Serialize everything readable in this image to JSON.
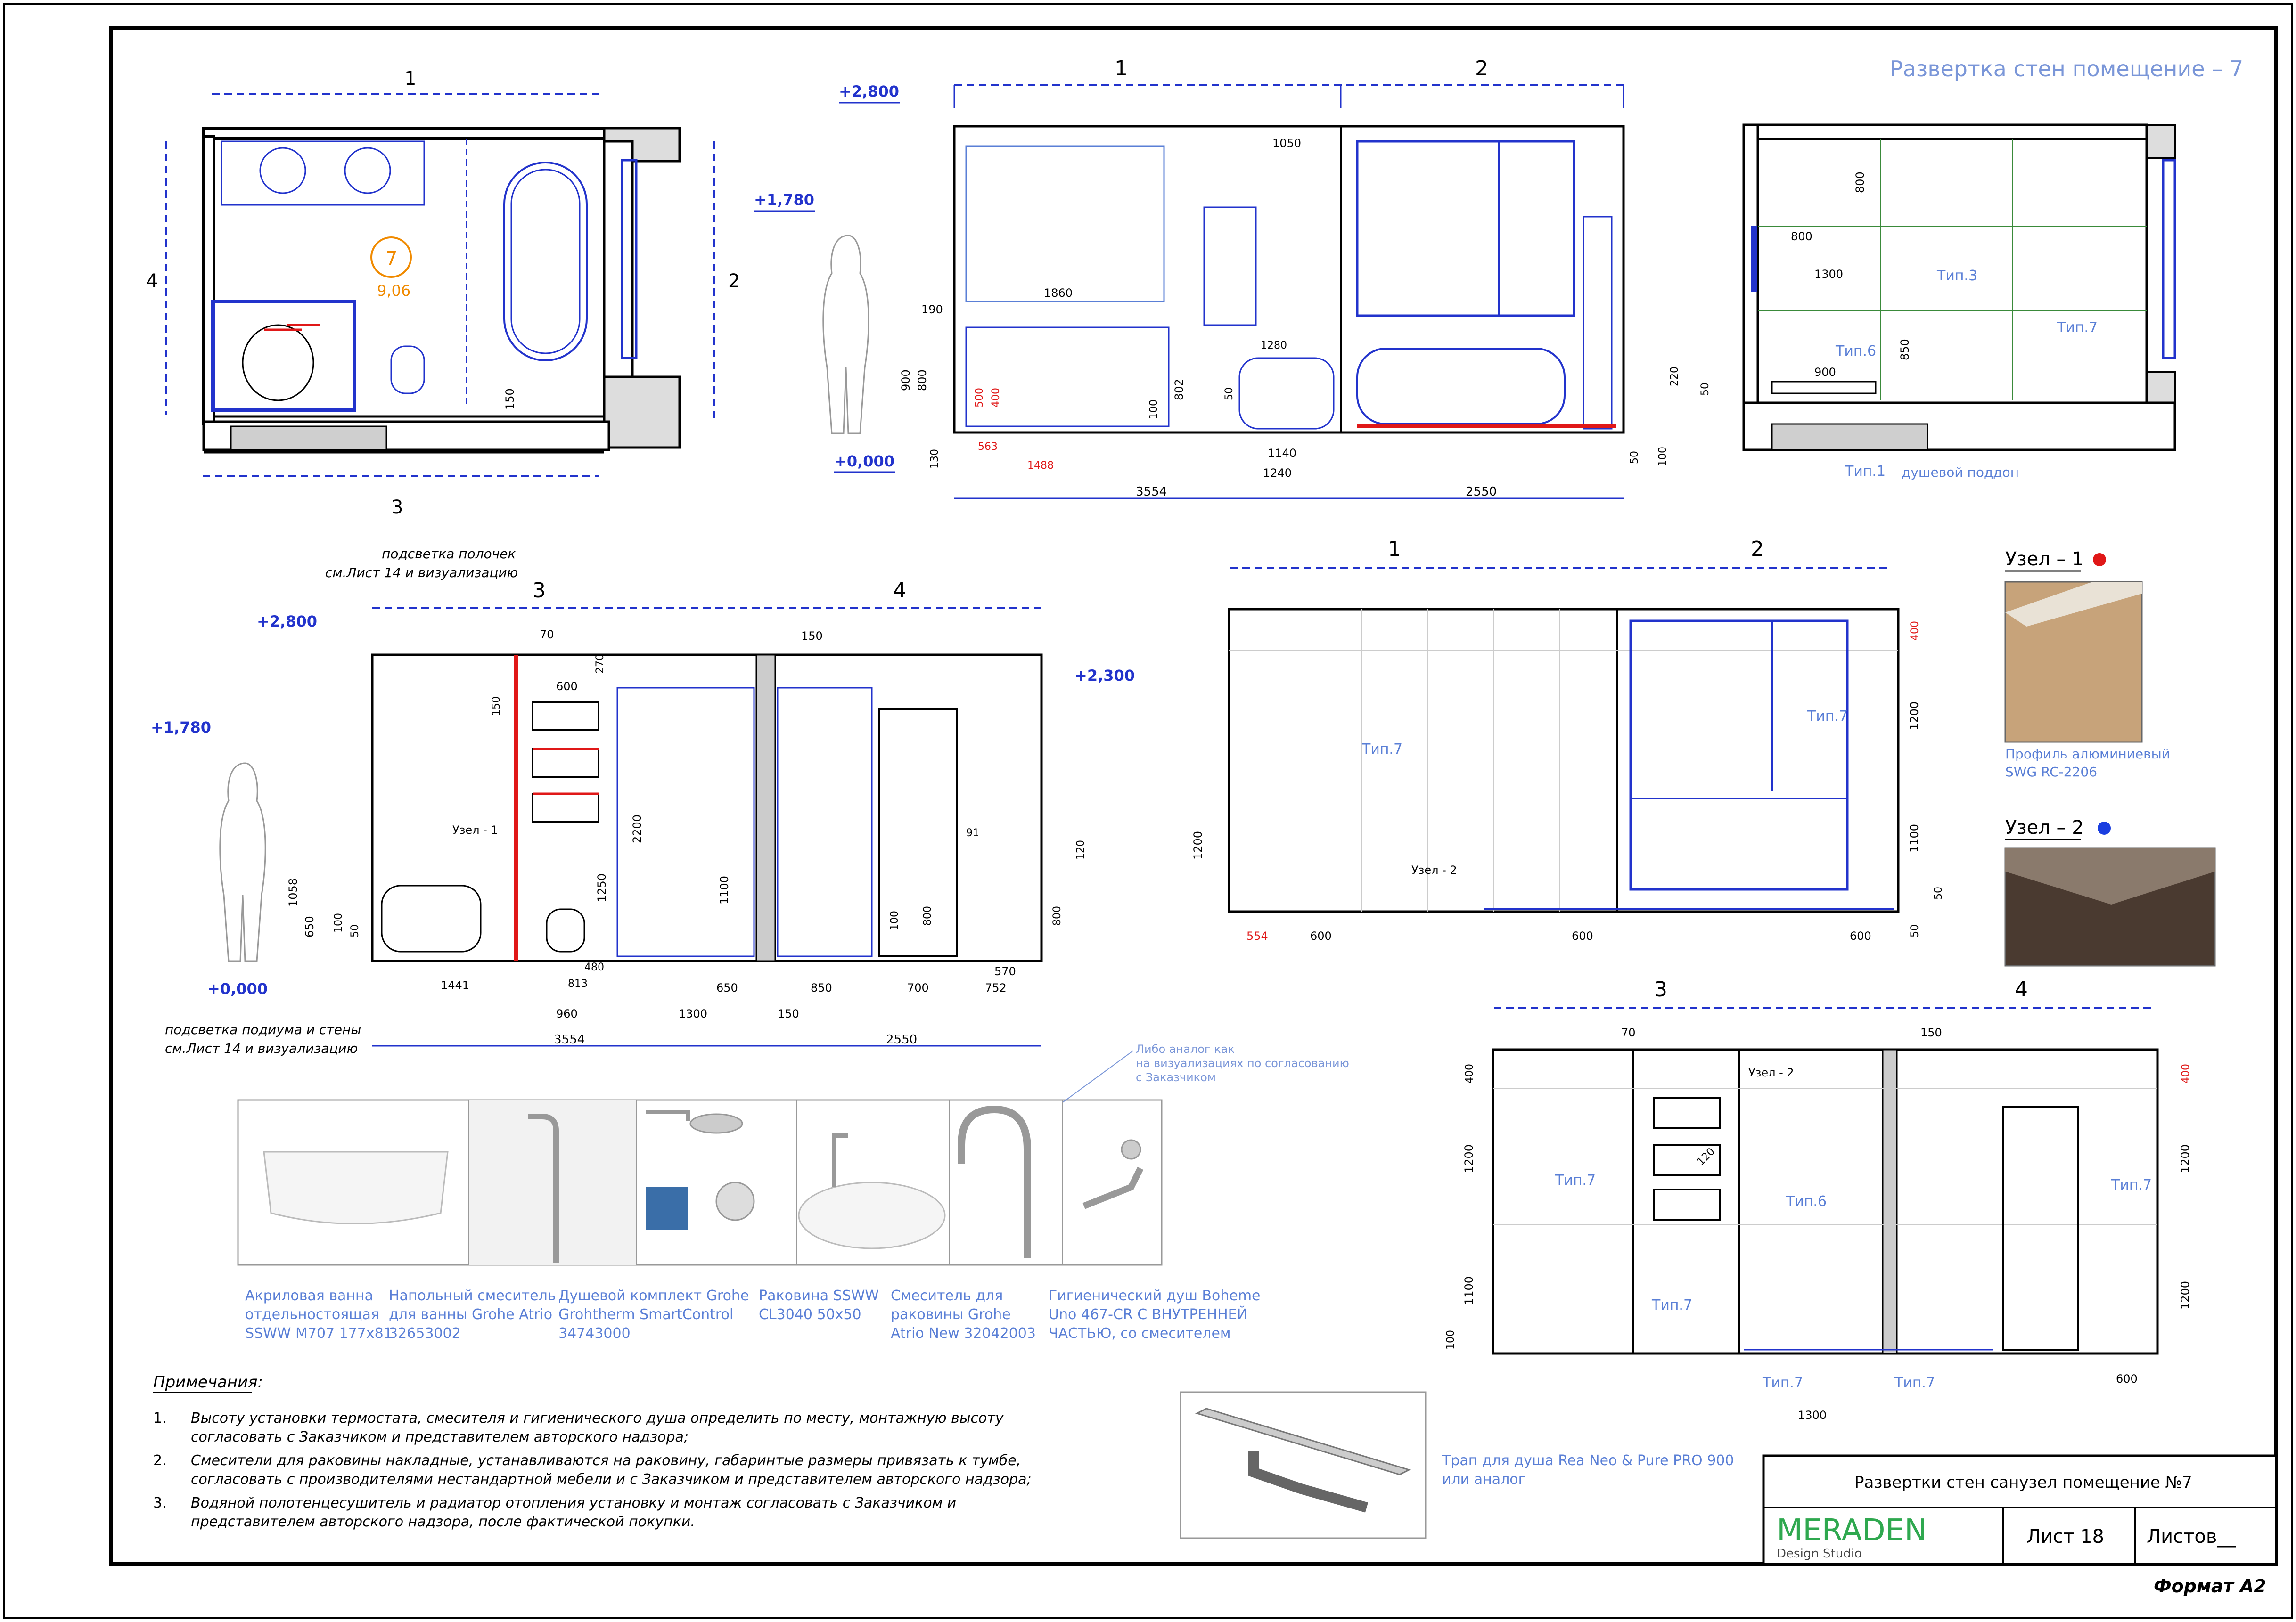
{
  "sheet_title": "Развертка стен помещение – 7",
  "room": {
    "number": "7",
    "area": "9,06"
  },
  "plan": {
    "wall_labels": [
      "1",
      "2",
      "3",
      "4"
    ],
    "dims": [
      "150"
    ]
  },
  "elev_12": {
    "wall_labels": [
      "1",
      "2"
    ],
    "levels": [
      "+2,800",
      "+1,780",
      "+0,000"
    ],
    "dims": [
      "1050",
      "1860",
      "190",
      "900",
      "800",
      "500",
      "400",
      "563",
      "1488",
      "802",
      "100",
      "50",
      "1280",
      "1140",
      "1240",
      "130",
      "3554",
      "2550",
      "50",
      "100",
      "220"
    ]
  },
  "elev_side": {
    "dims": [
      "800",
      "800",
      "1300",
      "850",
      "900",
      "50"
    ],
    "tags": [
      "Тип.3",
      "Тип.6",
      "Тип.7",
      "Тип.1"
    ],
    "note": "душевой поддон"
  },
  "elev_34": {
    "wall_labels": [
      "3",
      "4"
    ],
    "levels": [
      "+2,800",
      "+2,300",
      "+1,780",
      "+0,000"
    ],
    "note_top_1": "подсветка полочек",
    "note_top_2": "см.Лист 14 и визуализацию",
    "note_bot_1": "подсветка подиума и стены",
    "note_bot_2": "см.Лист 14 и визуализацию",
    "uzel": "Узел - 1",
    "dims": [
      "70",
      "150",
      "600",
      "270",
      "150",
      "2200",
      "1250",
      "1100",
      "1058",
      "650",
      "100",
      "50",
      "91",
      "120",
      "800",
      "100",
      "800",
      "480",
      "813",
      "1441",
      "960",
      "1300",
      "650",
      "150",
      "850",
      "700",
      "752",
      "570",
      "3554",
      "2550"
    ]
  },
  "tile_12": {
    "wall_labels": [
      "1",
      "2"
    ],
    "tags": [
      "Тип.7",
      "Тип.7"
    ],
    "uzel": "Узел - 2",
    "dims_left": [
      "1200"
    ],
    "dims_right": [
      "400",
      "1200",
      "1100",
      "50",
      "50"
    ],
    "dims_bottom": [
      "554",
      "600",
      "600",
      "600"
    ]
  },
  "tile_34": {
    "wall_labels": [
      "3",
      "4"
    ],
    "tags": [
      "Тип.7",
      "Тип.6",
      "Тип.7",
      "Тип.7",
      "Тип.7",
      "Тип.7"
    ],
    "uzel": "Узел - 2",
    "dims_left": [
      "400",
      "1200",
      "1100",
      "100"
    ],
    "dims_right": [
      "400",
      "1200",
      "1200"
    ],
    "dims_top": [
      "70",
      "150"
    ],
    "dims_other": [
      "120",
      "1300",
      "600"
    ]
  },
  "nodes": [
    {
      "title": "Узел – 1",
      "marker_color": "#e01818",
      "caption_1": "Профиль алюминиевый",
      "caption_2": "SWG RC-2206"
    },
    {
      "title": "Узел – 2",
      "marker_color": "#1a3ee0",
      "caption_1": "",
      "caption_2": ""
    }
  ],
  "products_note": [
    "Либо аналог как",
    "на визуализациях по согласованию",
    "с Заказчиком"
  ],
  "products": [
    {
      "name": "bathtub",
      "lines": [
        "Акриловая ванна",
        "отдельностоящая",
        "SSWW M707 177x81"
      ]
    },
    {
      "name": "bath-mixer",
      "lines": [
        "Напольный смеситель",
        "для ванны Grohe Atrio",
        "32653002"
      ]
    },
    {
      "name": "shower-set",
      "lines": [
        "Душевой комплект Grohe",
        "Grohtherm SmartControl",
        "34743000"
      ]
    },
    {
      "name": "basin",
      "lines": [
        "Раковина SSWW",
        "CL3040 50x50"
      ]
    },
    {
      "name": "basin-mixer",
      "lines": [
        "Смеситель для",
        "раковины Grohe",
        "Atrio New 32042003"
      ]
    },
    {
      "name": "hygienic-shower",
      "lines": [
        "Гигиенический душ Boheme",
        "Uno 467-CR С ВНУТРЕННЕЙ",
        "ЧАСТЬЮ, со смесителем"
      ]
    }
  ],
  "notes": {
    "title": "Примечания:",
    "items": [
      {
        "num": "1.",
        "lines": [
          "Высоту установки термостата, смесителя и гигиенического душа определить по месту, монтажную высоту",
          "согласовать с Заказчиком и представителем авторского надзора;"
        ]
      },
      {
        "num": "2.",
        "lines": [
          "Смесители для раковины накладные, устанавливаются на раковину, габаринтые размеры привязать к тумбе,",
          "согласовать с производителями нестандартной мебели и с Заказчиком и представителем авторского надзора;"
        ]
      },
      {
        "num": "3.",
        "lines": [
          "Водяной полотенцесушитель и радиатор отопления установку и монтаж согласовать с Заказчиком и",
          "представителем авторского надзора, после фактической покупки."
        ]
      }
    ]
  },
  "drain": {
    "lines": [
      "Трап для душа Rea Neo & Pure PRO 900",
      "или аналог"
    ]
  },
  "title_block": {
    "title": "Развертки стен санузел помещение №7",
    "brand": "MERADEN",
    "brand_sub": "Design Studio",
    "sheet": "Лист 18",
    "sheets": "Листов__"
  },
  "format": "Формат А2",
  "colors": {
    "line": "#000000",
    "dim": "#2233cc",
    "red": "#e01818",
    "caption": "#5a7fd6",
    "brand": "#2fa84f",
    "room": "#f08a00"
  }
}
